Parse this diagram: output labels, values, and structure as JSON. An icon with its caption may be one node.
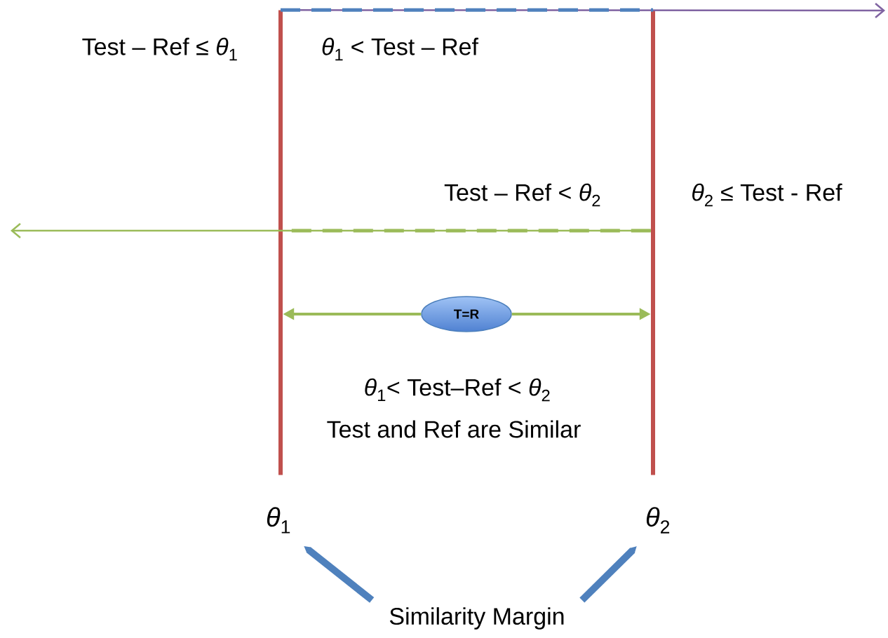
{
  "diagram": {
    "nodes": [
      {
        "text": [],
        "shape": "bar"
      },
      {
        "text": [],
        "shape": "bar"
      },
      {
        "text": [
          "**T=R**"
        ]
      },
      {
        "text": [
          "*θ*$_{1}$"
        ]
      },
      {
        "text": [
          "*θ*$_{2}$"
        ]
      },
      {
        "text": [
          "Similarity Margin"
        ]
      }
    ],
    "edges": [
      {
        "from": 0,
        "to": 1,
        "arrow": "none",
        "style": "dashed",
        "color": "#4f81bd"
      },
      {
        "from": 0,
        "to": null,
        "arrow": "to",
        "color": "#8064a2"
      },
      {
        "from": 1,
        "to": 0,
        "arrow": "none",
        "style": "dashed",
        "color": "#9bbb59"
      },
      {
        "from": 1,
        "to": null,
        "arrow": "to",
        "color": "#9bbb59"
      },
      {
        "from": 2,
        "to": 0,
        "arrow": "to",
        "color": "#9bbb59"
      },
      {
        "from": 2,
        "to": 1,
        "arrow": "to",
        "color": "#9bbb59"
      },
      {
        "from": 5,
        "to": 3,
        "arrow": "to",
        "style": "thick",
        "color": "#4f81bd"
      },
      {
        "from": 5,
        "to": 4,
        "arrow": "to",
        "style": "thick",
        "color": "#4f81bd"
      }
    ],
    "labels": [
      "Test – Ref ≤ *θ*$_{1}$",
      "*θ*$_{1}$ < Test – Ref",
      "Test – Ref < *θ*$_{2}$",
      "*θ*$_{2}$ ≤ Test - Ref",
      "*θ*$_{1}$< Test–Ref < *θ*$_{2}$",
      "Test and Ref are Similar"
    ]
  }
}
